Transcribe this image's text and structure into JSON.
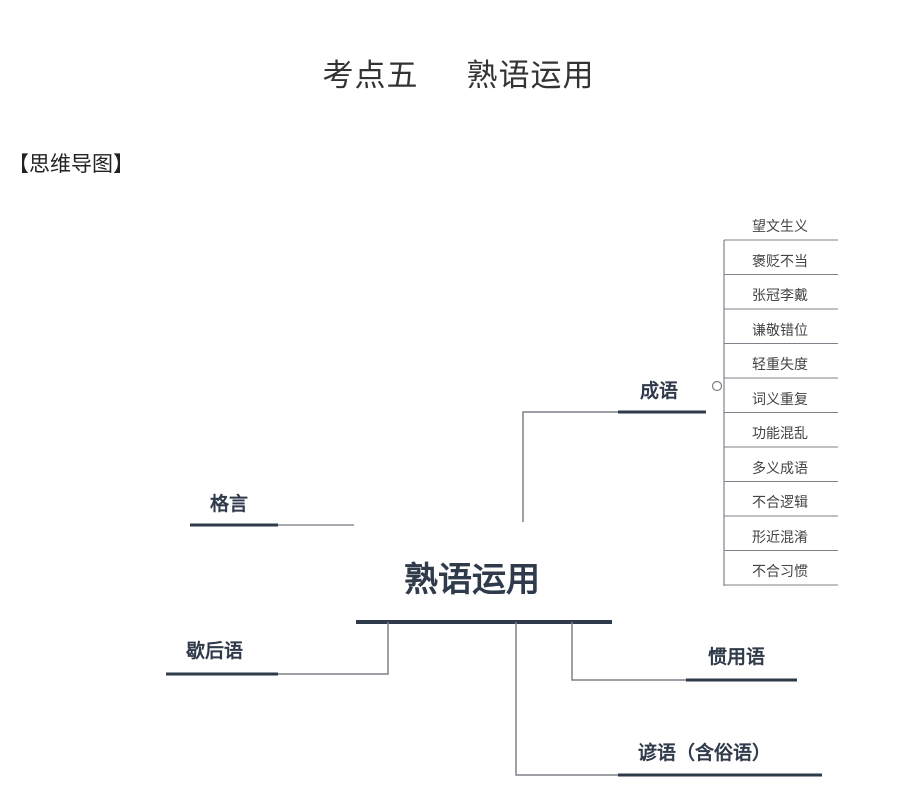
{
  "title": {
    "part1": "考点五",
    "part2": "熟语运用"
  },
  "section_label": "【思维导图】",
  "mindmap": {
    "center": "熟语运用",
    "branches": {
      "chengyu": "成语",
      "geyan": "格言",
      "xiehouyu": "歇后语",
      "guanyongyu": "惯用语",
      "yanyu": "谚语（含俗语）"
    },
    "chengyu_items": [
      "望文生义",
      "褒贬不当",
      "张冠李戴",
      "谦敬错位",
      "轻重失度",
      "词义重复",
      "功能混乱",
      "多义成语",
      "不合逻辑",
      "形近混淆",
      "不合习惯"
    ]
  },
  "colors": {
    "line": "#7d8189",
    "underline": "#2f3a4a",
    "text": "#333333"
  }
}
